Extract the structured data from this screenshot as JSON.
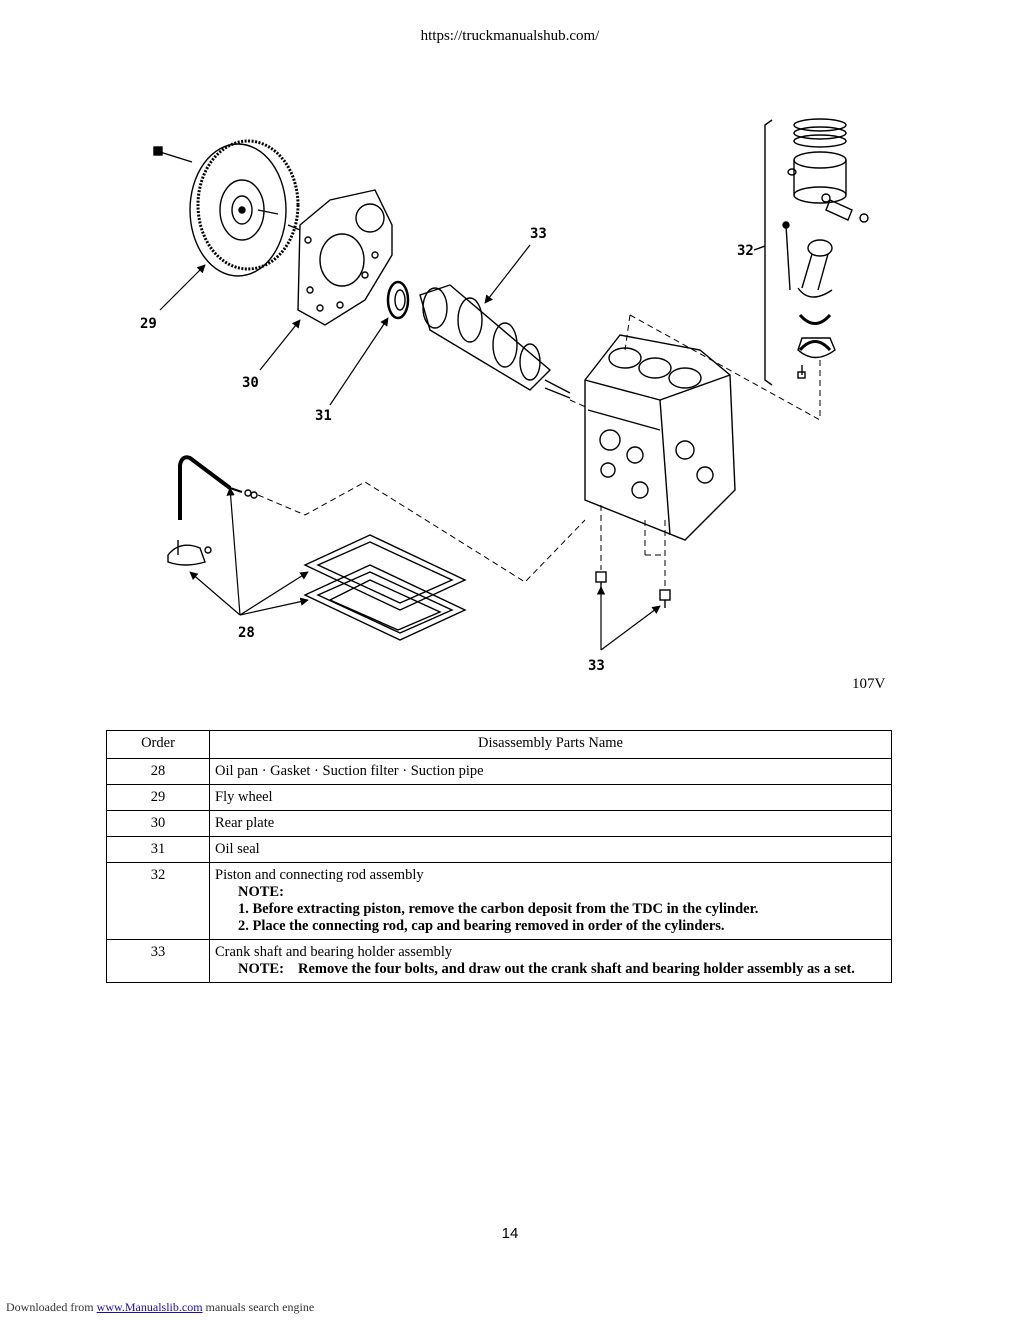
{
  "header": {
    "url": "https://truckmanualshub.com/"
  },
  "figure": {
    "code": "107V",
    "callouts": {
      "c28": "28",
      "c29": "29",
      "c30": "30",
      "c31": "31",
      "c32": "32",
      "c33_top": "33",
      "c33_bottom": "33"
    }
  },
  "table": {
    "headers": {
      "order": "Order",
      "name": "Disassembly Parts Name"
    },
    "rows": [
      {
        "order": "28",
        "name": "Oil pan · Gasket · Suction filter · Suction pipe"
      },
      {
        "order": "29",
        "name": "Fly wheel"
      },
      {
        "order": "30",
        "name": "Rear plate"
      },
      {
        "order": "31",
        "name": "Oil seal"
      },
      {
        "order": "32",
        "name": "Piston and connecting rod assembly",
        "note_label": "NOTE:",
        "notes": [
          "1.  Before extracting piston, remove the carbon deposit from the TDC in the cylinder.",
          "2.  Place the connecting rod, cap and bearing removed in order of the cylinders."
        ]
      },
      {
        "order": "33",
        "name": "Crank shaft and bearing holder assembly",
        "note_label": "NOTE:",
        "note_text": "Remove the four bolts, and draw out the crank shaft and bearing holder assembly as a set."
      }
    ]
  },
  "page_number": "14",
  "footer": {
    "prefix": "Downloaded from",
    "link": "www.Manualslib.com",
    "suffix": "manuals search engine"
  }
}
